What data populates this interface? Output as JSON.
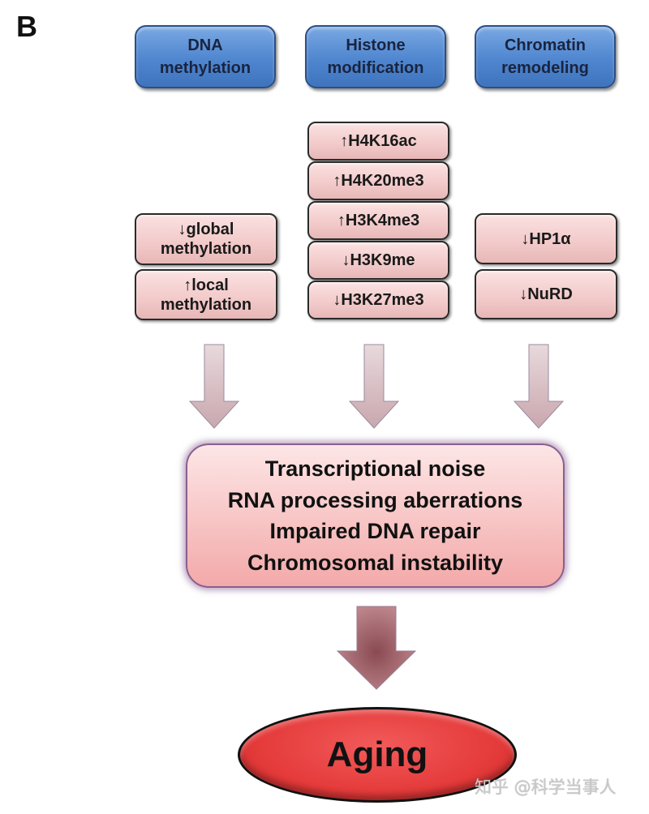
{
  "panel_label": "B",
  "categories": [
    {
      "line1": "DNA",
      "line2": "methylation"
    },
    {
      "line1": "Histone",
      "line2": "modification"
    },
    {
      "line1": "Chromatin",
      "line2": "remodeling"
    }
  ],
  "dna_methylation_changes": [
    {
      "line1": "↓global",
      "line2": "methylation",
      "direction": "down"
    },
    {
      "line1": "↑local",
      "line2": "methylation",
      "direction": "up"
    }
  ],
  "histone_changes": [
    {
      "label": "↑H4K16ac",
      "direction": "up"
    },
    {
      "label": "↑H4K20me3",
      "direction": "up"
    },
    {
      "label": "↑H3K4me3",
      "direction": "up"
    },
    {
      "label": "↓H3K9me",
      "direction": "down"
    },
    {
      "label": "↓H3K27me3",
      "direction": "down"
    }
  ],
  "chromatin_changes": [
    {
      "label": "↓HP1α",
      "direction": "down"
    },
    {
      "label": "↓NuRD",
      "direction": "down"
    }
  ],
  "consequences": [
    "Transcriptional noise",
    "RNA processing aberrations",
    "Impaired DNA repair",
    "Chromosomal instability"
  ],
  "outcome": "Aging",
  "watermark": "知乎 @科学当事人",
  "colors": {
    "category_box": "#4f86cf",
    "change_box": "#f2c9c9",
    "outcome_box": "#f7c1c1",
    "aging_ellipse": "#e53b3b"
  }
}
